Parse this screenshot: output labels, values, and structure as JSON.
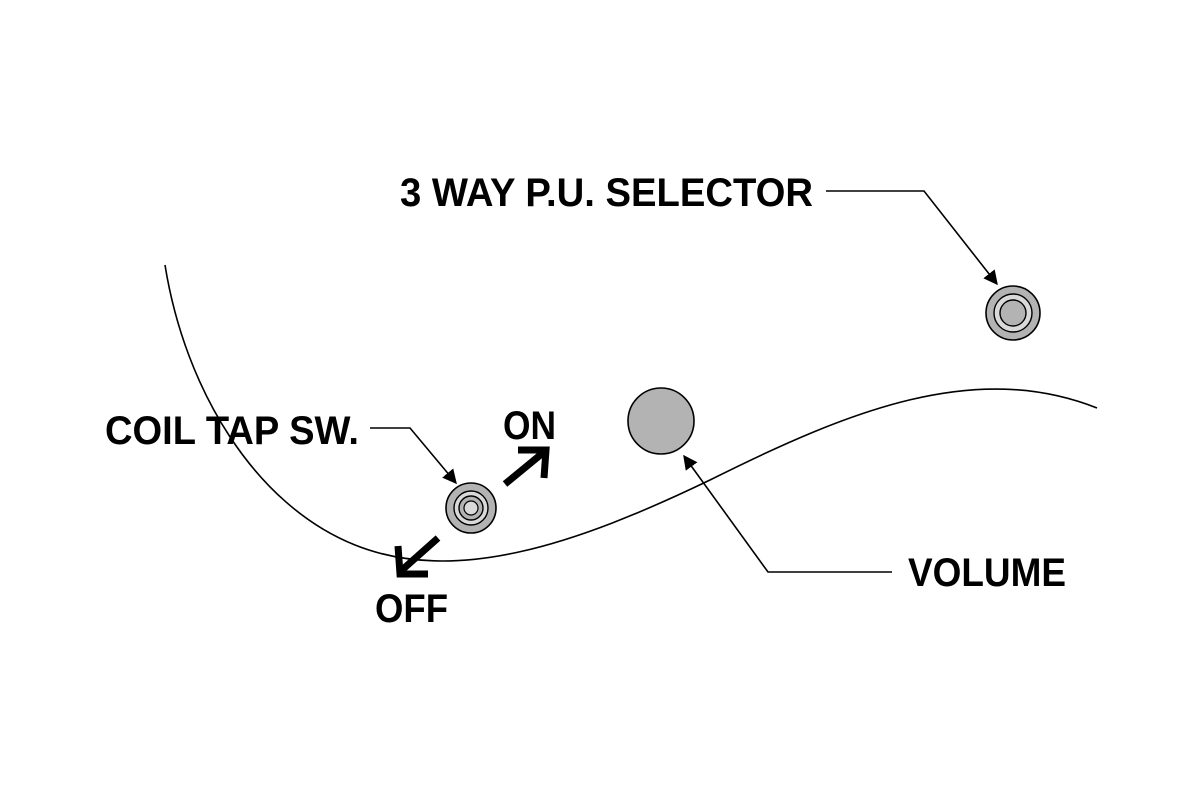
{
  "labels": {
    "pickup_selector": "3 WAY P.U. SELECTOR",
    "coil_tap": "COIL TAP SW.",
    "on": "ON",
    "off": "OFF",
    "volume": "VOLUME"
  },
  "colors": {
    "background": "#ffffff",
    "ink": "#000000",
    "knob_fill": "#b3b3b3",
    "switch_fill": "#b3b3b3",
    "switch_inner": "#d9d9d9"
  }
}
